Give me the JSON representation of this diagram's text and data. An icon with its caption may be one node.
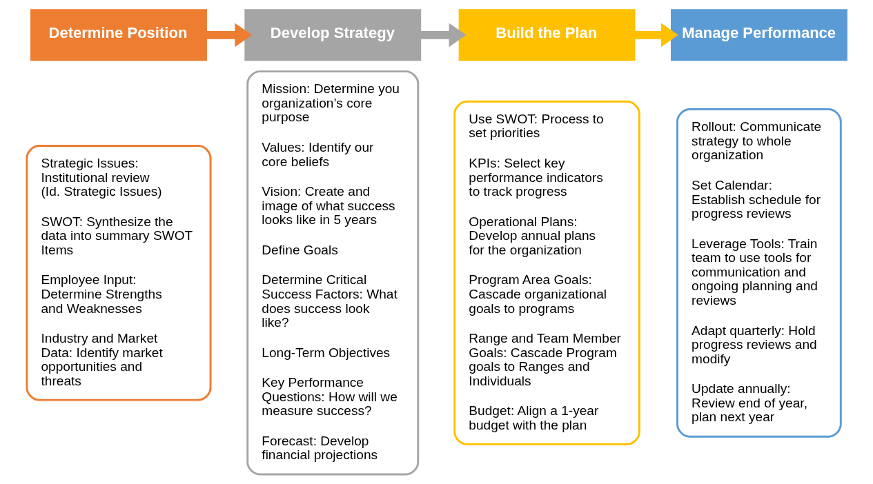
{
  "diagram": {
    "nodes": [
      {
        "text": [
          "Determine Position"
        ]
      },
      {
        "text": [
          "Strategic Issues: Institutional review (Id. Strategic Issues)",
          "SWOT: Synthesize the data into summary SWOT Items",
          "Employee Input: Determine Strengths and Weaknesses",
          "Industry and Market Data: Identify market opportunities and threats"
        ]
      },
      {
        "text": [
          "Develop Strategy"
        ]
      },
      {
        "text": [
          "Mission: Determine you organization’s core purpose",
          "Values: Identify our core beliefs",
          "Vision: Create and image of what success looks like in 5 years",
          "Define Goals",
          "Determine Critical Success Factors: What does success look like?",
          "Long-Term Objectives",
          "Key Performance Questions: How will we measure success?",
          "Forecast: Develop financial projections"
        ]
      },
      {
        "text": [
          "Build the Plan"
        ]
      },
      {
        "text": [
          "Use SWOT: Process to set priorities",
          "KPIs: Select key performance indicators to track progress",
          "Operational Plans: Develop annual plans for the organization",
          "Program Area Goals: Cascade organizational goals to programs",
          "Range and Team Member Goals: Cascade Program goals to Ranges and Individuals",
          "Budget: Align a 1-year budget with the plan"
        ]
      },
      {
        "text": [
          "Manage Performance"
        ]
      },
      {
        "text": [
          "Rollout: Communicate strategy to whole organization",
          "Set Calendar: Establish schedule for progress reviews",
          "Leverage Tools: Train team to use tools for communication and ongoing planning and reviews",
          "Adapt quarterly: Hold progress reviews and modify",
          "Update annually: Review end of year, plan next year"
        ]
      }
    ],
    "edges": [
      {
        "from": 0,
        "to": 2,
        "arrow": "to",
        "color": "#ed7d31"
      },
      {
        "from": 2,
        "to": 4,
        "arrow": "to",
        "color": "#a5a5a5"
      },
      {
        "from": 4,
        "to": 6,
        "arrow": "to",
        "color": "#ffc000"
      }
    ]
  }
}
